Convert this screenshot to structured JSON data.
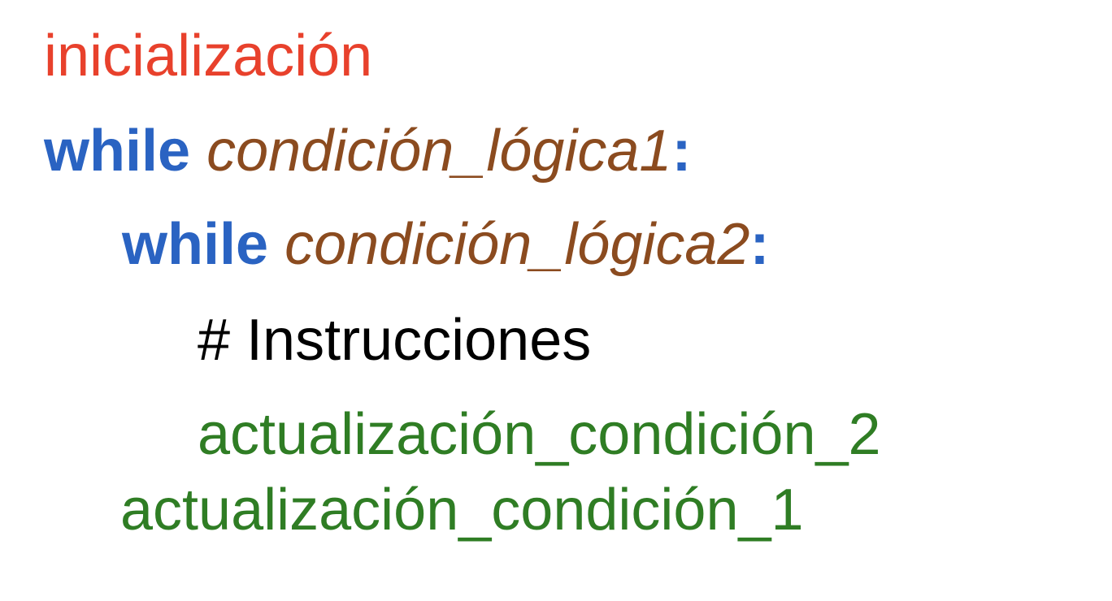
{
  "code": {
    "initialization": "inicialización",
    "outer_loop": {
      "keyword": "while",
      "condition": "condición_lógica1",
      "colon": ":"
    },
    "inner_loop": {
      "keyword": "while",
      "condition": "condición_lógica2",
      "colon": ":"
    },
    "comment": "# Instrucciones",
    "update_inner": "actualización_condición_2",
    "update_outer": "actualización_condición_1"
  },
  "colors": {
    "initialization": "#e8412c",
    "keyword": "#2a63c2",
    "condition": "#8b4b1f",
    "comment": "#000000",
    "update": "#2f7d24",
    "background": "#ffffff"
  }
}
